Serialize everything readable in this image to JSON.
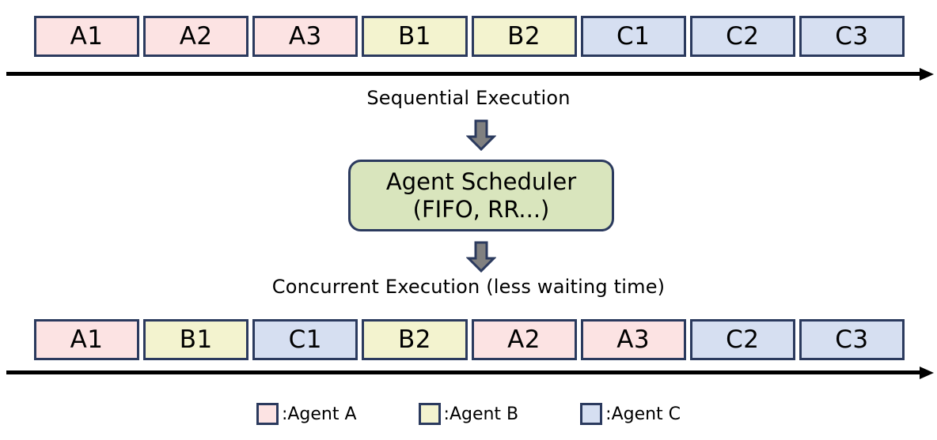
{
  "diagram": {
    "title_hidden": "",
    "colors": {
      "agent_a": "#fce3e3",
      "agent_b": "#f3f3cf",
      "agent_c": "#d6dff1",
      "scheduler_fill": "#d9e5bd",
      "box_border": "#2b3a5e",
      "axis": "#000000",
      "block_arrow_fill": "#808080"
    },
    "sequential_row": {
      "caption": "Sequential Execution",
      "tasks": [
        {
          "label": "A1",
          "agent": "A"
        },
        {
          "label": "A2",
          "agent": "A"
        },
        {
          "label": "A3",
          "agent": "A"
        },
        {
          "label": "B1",
          "agent": "B"
        },
        {
          "label": "B2",
          "agent": "B"
        },
        {
          "label": "C1",
          "agent": "C"
        },
        {
          "label": "C2",
          "agent": "C"
        },
        {
          "label": "C3",
          "agent": "C"
        }
      ]
    },
    "scheduler": {
      "line1": "Agent Scheduler",
      "line2": "(FIFO, RR...)"
    },
    "concurrent_row": {
      "caption": "Concurrent Execution (less waiting time)",
      "tasks": [
        {
          "label": "A1",
          "agent": "A"
        },
        {
          "label": "B1",
          "agent": "B"
        },
        {
          "label": "C1",
          "agent": "C"
        },
        {
          "label": "B2",
          "agent": "B"
        },
        {
          "label": "A2",
          "agent": "A"
        },
        {
          "label": "A3",
          "agent": "A"
        },
        {
          "label": "C2",
          "agent": "C"
        },
        {
          "label": "C3",
          "agent": "C"
        }
      ]
    },
    "legend": [
      {
        "label": ":Agent A",
        "agent": "A"
      },
      {
        "label": ":Agent B",
        "agent": "B"
      },
      {
        "label": ":Agent C",
        "agent": "C"
      }
    ]
  }
}
